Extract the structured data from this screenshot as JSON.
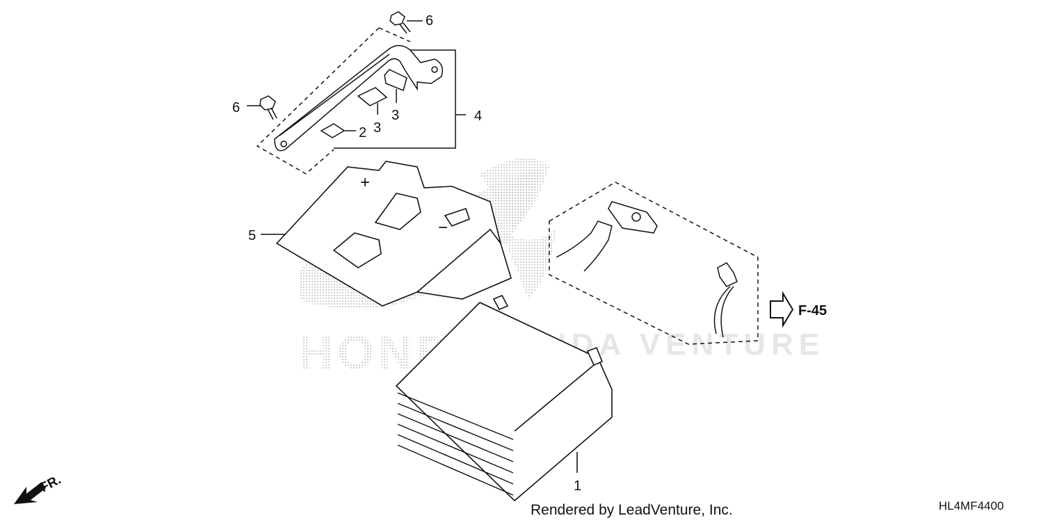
{
  "diagram": {
    "callouts": {
      "battery": "1",
      "pad_small": "2",
      "pad_a": "3",
      "pad_b": "3",
      "battery_holder": "4",
      "battery_cover": "5",
      "bolt_top": "6",
      "bolt_left": "6"
    },
    "cover_markings": {
      "plus": "+",
      "minus": "−"
    },
    "reference": "F-45",
    "front_label": "FR.",
    "watermark": "HONDA VENTURE",
    "footer_credit": "Rendered by LeadVenture, Inc.",
    "drawing_code": "HL4MF4400"
  },
  "colors": {
    "line": "#111111",
    "watermark": "#bdbdbd"
  },
  "icons": [
    "front-arrow-icon",
    "reference-arrow-icon",
    "bolt-icon"
  ]
}
